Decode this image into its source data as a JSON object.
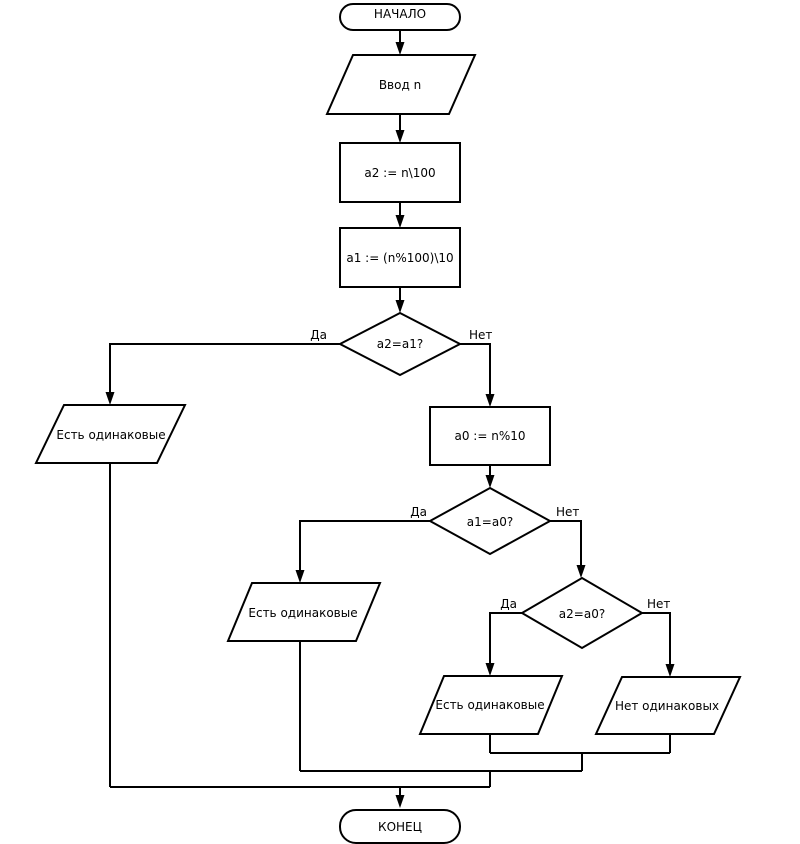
{
  "diagram": {
    "kind": "flowchart",
    "language": "ru",
    "colors": {
      "background": "#ffffff",
      "stroke": "#000000",
      "shape_fill": "#ffffff",
      "text": "#000000"
    },
    "nodes": {
      "start": {
        "type": "terminator",
        "label": "НАЧАЛО"
      },
      "input_n": {
        "type": "io",
        "label": "Ввод n"
      },
      "calc_a2": {
        "type": "process",
        "label": "a2 := n\\100"
      },
      "calc_a1": {
        "type": "process",
        "label": "a1 := (n%100)\\10"
      },
      "dec1": {
        "type": "decision",
        "label": "a2=a1?"
      },
      "out1": {
        "type": "io",
        "label": "Есть одинаковые"
      },
      "calc_a0": {
        "type": "process",
        "label": "a0 := n%10"
      },
      "dec2": {
        "type": "decision",
        "label": "a1=a0?"
      },
      "out2": {
        "type": "io",
        "label": "Есть одинаковые"
      },
      "dec3": {
        "type": "decision",
        "label": "a2=a0?"
      },
      "out3": {
        "type": "io",
        "label": "Есть одинаковые"
      },
      "out4": {
        "type": "io",
        "label": "Нет одинаковых"
      },
      "end": {
        "type": "terminator",
        "label": "КОНЕЦ"
      }
    },
    "branch_labels": {
      "dec1_yes": "Да",
      "dec1_no": "Нет",
      "dec2_yes": "Да",
      "dec2_no": "Нет",
      "dec3_yes": "Да",
      "dec3_no": "Нет"
    }
  }
}
